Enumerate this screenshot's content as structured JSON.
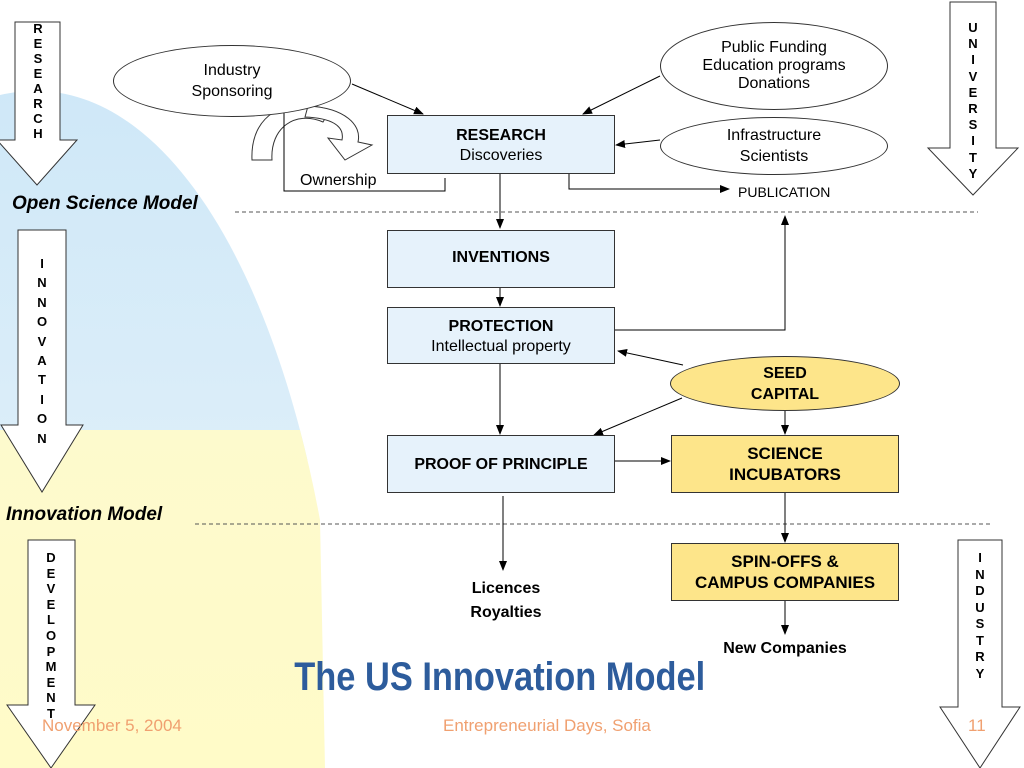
{
  "side_labels": {
    "research": [
      "R",
      "E",
      "S",
      "E",
      "A",
      "R",
      "C",
      "H"
    ],
    "innovation": [
      "I",
      "N",
      "N",
      "O",
      "V",
      "A",
      "T",
      "I",
      "O",
      "N"
    ],
    "development": [
      "D",
      "E",
      "V",
      "E",
      "L",
      "O",
      "P",
      "M",
      "E",
      "N",
      "T"
    ],
    "university": [
      "U",
      "N",
      "I",
      "V",
      "E",
      "R",
      "S",
      "I",
      "T",
      "Y"
    ],
    "industry": [
      "I",
      "N",
      "D",
      "U",
      "S",
      "T",
      "R",
      "Y"
    ]
  },
  "ovals": {
    "industry_sponsoring": [
      "Industry",
      "Sponsoring"
    ],
    "public_funding": [
      "Public Funding",
      "Education programs",
      "Donations"
    ],
    "infrastructure": [
      "Infrastructure",
      "Scientists"
    ],
    "seed_capital": [
      "SEED",
      "CAPITAL"
    ]
  },
  "boxes": {
    "research": {
      "title": "RESEARCH",
      "subtitle": "Discoveries"
    },
    "inventions": {
      "title": "INVENTIONS"
    },
    "protection": {
      "title": "PROTECTION",
      "subtitle": "Intellectual property"
    },
    "proof": {
      "title": "PROOF OF PRINCIPLE"
    },
    "incubators": {
      "lines": [
        "SCIENCE",
        "INCUBATORS"
      ]
    },
    "spinoffs": {
      "lines": [
        "SPIN-OFFS &",
        "CAMPUS COMPANIES"
      ]
    }
  },
  "labels": {
    "ownership": "Ownership",
    "publication": "PUBLICATION",
    "open_science_model": "Open Science Model",
    "innovation_model": "Innovation Model",
    "licences": "Licences",
    "royalties": "Royalties",
    "new_companies": "New Companies"
  },
  "title": "The US Innovation Model",
  "footer": {
    "date": "November 5, 2004",
    "event": "Entrepreneurial Days, Sofia",
    "page": "11"
  },
  "colors": {
    "title": "#2d5c9c",
    "footer": "#f0a070",
    "box_blue": "#e6f2fb",
    "box_yellow": "#fde58a"
  }
}
